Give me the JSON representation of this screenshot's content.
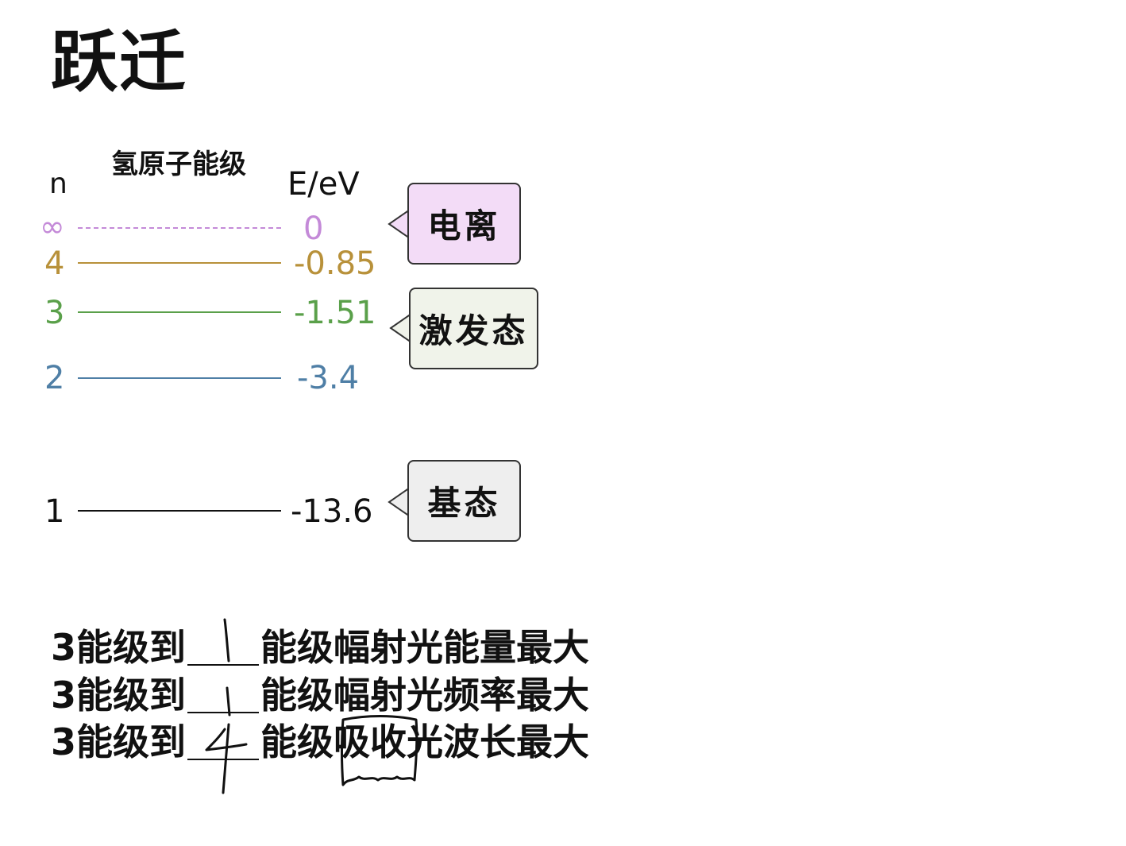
{
  "title": "跃迁",
  "diagram": {
    "title": "氢原子能级",
    "col_n": "n",
    "col_e": "E/eV",
    "levels": [
      {
        "n": "∞",
        "energy": "0",
        "color": "#c48ad8",
        "style": "dashed"
      },
      {
        "n": "4",
        "energy": "-0.85",
        "color": "#b8913a",
        "style": "solid"
      },
      {
        "n": "3",
        "energy": "-1.51",
        "color": "#5aa04a",
        "style": "solid"
      },
      {
        "n": "2",
        "energy": "-3.4",
        "color": "#4f7fa6",
        "style": "solid"
      },
      {
        "n": "1",
        "energy": "-13.6",
        "color": "#111111",
        "style": "solid"
      }
    ],
    "callouts": [
      {
        "label": "电离",
        "fill": "#f3dcf7"
      },
      {
        "label": "激发态",
        "fill": "#f0f3ea"
      },
      {
        "label": "基态",
        "fill": "#eeeeee"
      }
    ]
  },
  "questions": [
    {
      "prefix": "3能级到",
      "suffix": "能级幅射光能量最大"
    },
    {
      "prefix": "3能级到",
      "suffix": "能级幅射光频率最大"
    },
    {
      "prefix": "3能级到",
      "suffix": "能级吸收光波长最大"
    }
  ]
}
